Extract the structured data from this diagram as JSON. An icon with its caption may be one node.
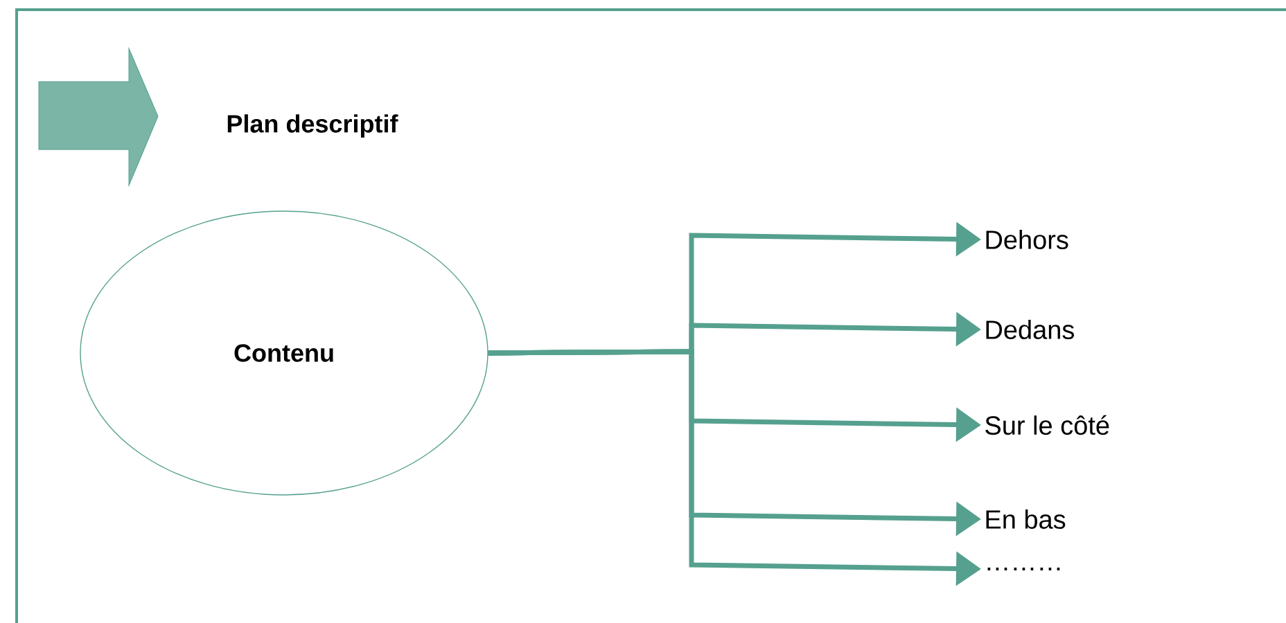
{
  "diagram": {
    "title": "Plan descriptif",
    "nodes": [
      {
        "text": [
          "Contenu"
        ]
      },
      {
        "text": [
          "Dehors"
        ]
      },
      {
        "text": [
          "Dedans"
        ]
      },
      {
        "text": [
          "Sur le côté"
        ]
      },
      {
        "text": [
          "En bas"
        ]
      },
      {
        "text": [
          "………"
        ]
      }
    ],
    "edges": [
      {
        "from": 0,
        "to": 1,
        "arrow": "to"
      },
      {
        "from": 0,
        "to": 2,
        "arrow": "to"
      },
      {
        "from": 0,
        "to": 3,
        "arrow": "to"
      },
      {
        "from": 0,
        "to": 4,
        "arrow": "to"
      },
      {
        "from": 0,
        "to": 5,
        "arrow": "to"
      }
    ]
  }
}
